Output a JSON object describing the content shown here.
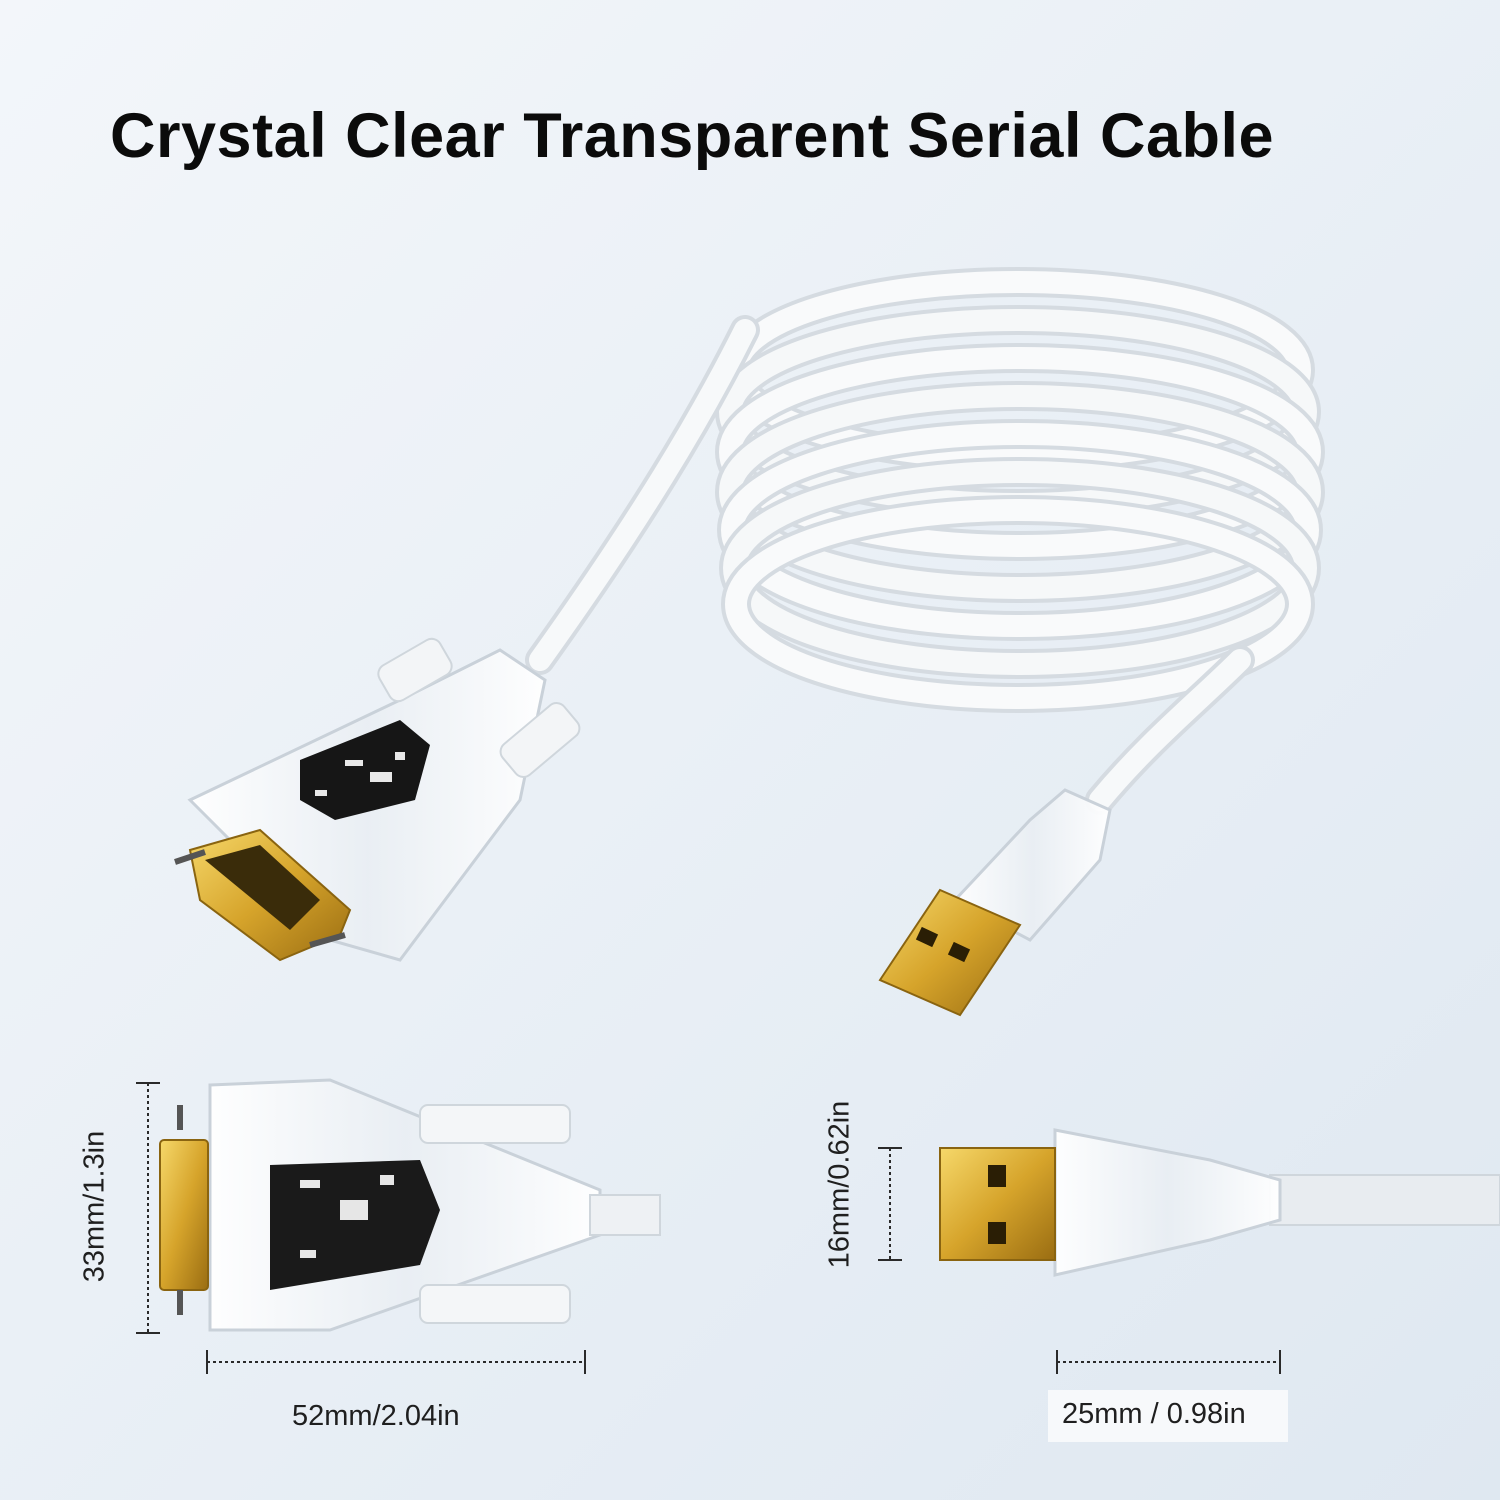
{
  "title": "Crystal Clear Transparent Serial Cable",
  "db9_connector": {
    "height_label": "33mm/1.3in",
    "width_label": "52mm/2.04in"
  },
  "usb_connector": {
    "height_label": "16mm/0.62in",
    "width_label": "25mm / 0.98in"
  },
  "colors": {
    "background": "#e7eef5",
    "gold": "#d4a52a",
    "cable": "#f2f4f6"
  }
}
